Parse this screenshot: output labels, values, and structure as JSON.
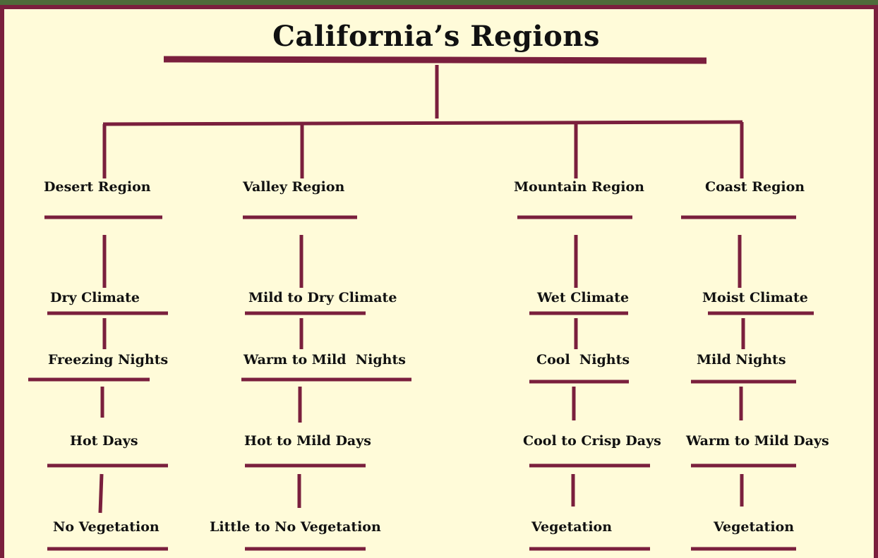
{
  "title": "California’s Regions",
  "colors": {
    "line": "#7a1f3d",
    "background": "#fffbd9",
    "frame": "#7a1f3d"
  },
  "regions": [
    {
      "name": "Desert Region",
      "climate": "Dry Climate",
      "nights": "Freezing Nights",
      "days": "Hot Days",
      "vegetation": "No Vegetation"
    },
    {
      "name": "Valley Region",
      "climate": "Mild to Dry Climate",
      "nights": "Warm to Mild  Nights",
      "days": "Hot to Mild Days",
      "vegetation": "Little to No Vegetation"
    },
    {
      "name": "Mountain Region",
      "climate": "Wet Climate",
      "nights": "Cool  Nights",
      "days": "Cool to Crisp Days",
      "vegetation": "Vegetation"
    },
    {
      "name": "Coast Region",
      "climate": "Moist Climate",
      "nights": "Mild Nights",
      "days": "Warm to Mild Days",
      "vegetation": "Vegetation"
    }
  ]
}
